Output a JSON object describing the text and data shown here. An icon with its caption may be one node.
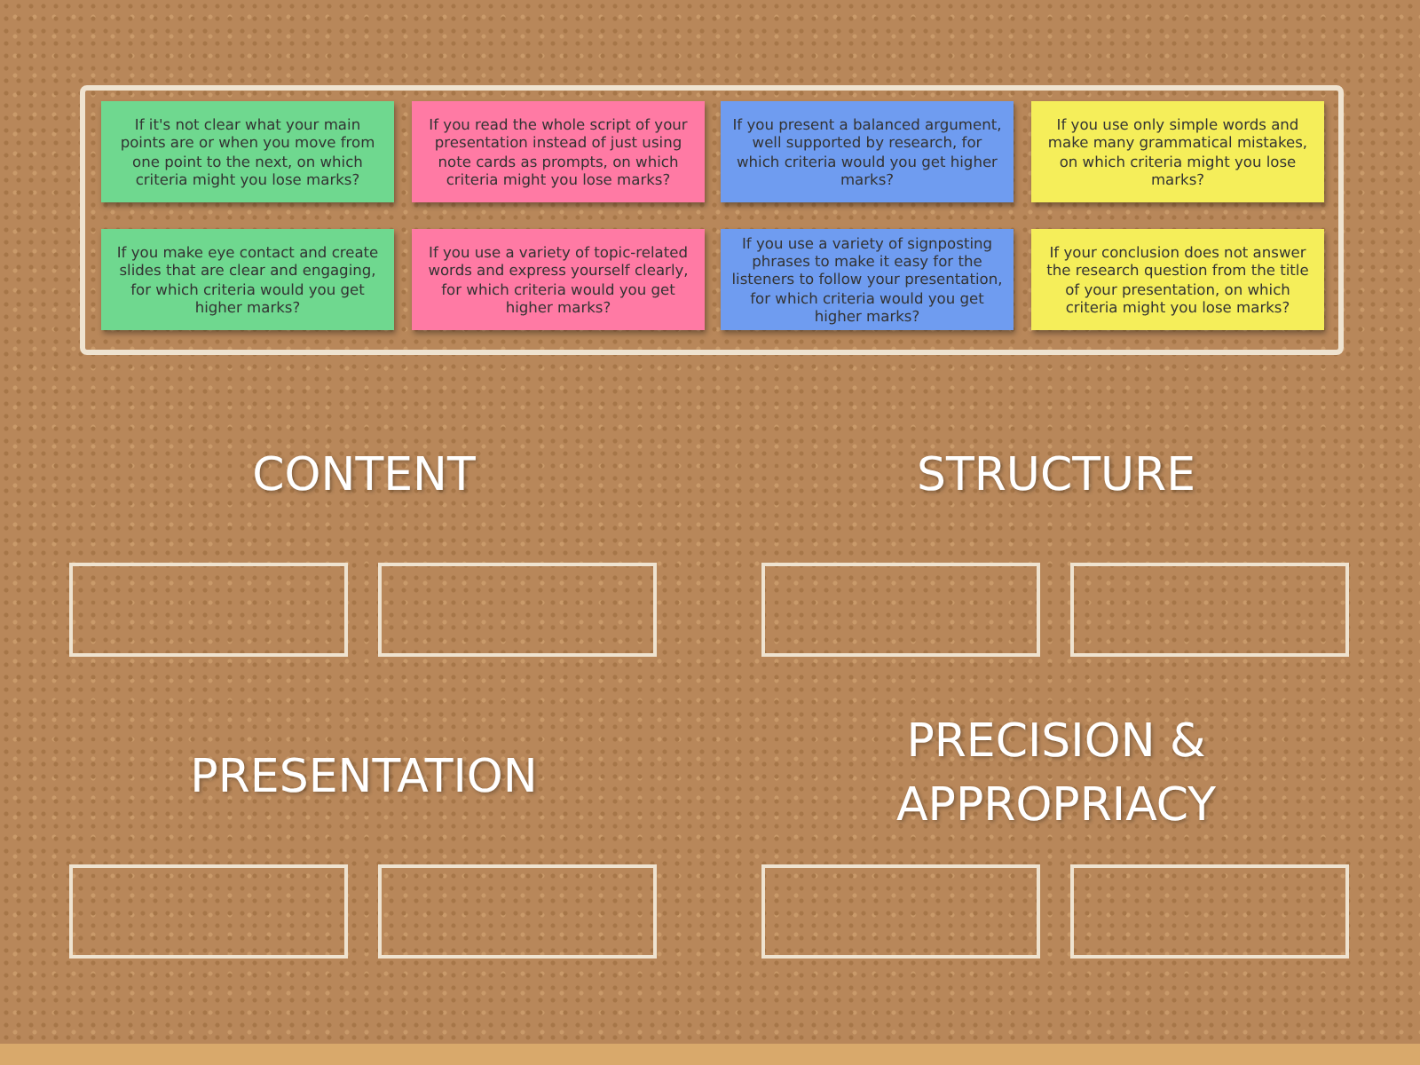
{
  "diagram": {
    "nodes": [
      {
        "text": [],
        "shape": "box"
      },
      {
        "text": [
          "If it's not clear what your main points are or when you move from one point to the next, on which criteria might you lose marks?"
        ],
        "in": 0
      },
      {
        "text": [
          "If you read the whole script of your presentation instead of just using note cards as prompts, on which criteria might you lose marks?"
        ],
        "in": 0
      },
      {
        "text": [
          "If you present a balanced argument, well supported by research, for which criteria would you get higher marks?"
        ],
        "in": 0
      },
      {
        "text": [
          "If you use only simple words and make many grammatical mistakes, on which criteria might you lose marks?"
        ],
        "in": 0
      },
      {
        "text": [
          "If you make eye contact and create slides that are clear and engaging, for which criteria would you get higher marks?"
        ],
        "in": 0
      },
      {
        "text": [
          "If you use a variety of topic-related words and express yourself clearly, for which criteria would you get higher marks?"
        ],
        "in": 0
      },
      {
        "text": [
          "If you use a variety of signposting phrases to make it easy for the listeners to follow your presentation, for which criteria would you get higher marks?"
        ],
        "in": 0
      },
      {
        "text": [
          "If your conclusion does not answer the research question from the title of your presentation, on which criteria might you lose marks?"
        ],
        "in": 0
      },
      {
        "text": [],
        "shape": "box"
      },
      {
        "text": [],
        "shape": "box"
      },
      {
        "text": [],
        "shape": "box"
      },
      {
        "text": [],
        "shape": "box"
      },
      {
        "text": [],
        "shape": "box"
      },
      {
        "text": [],
        "shape": "box"
      },
      {
        "text": [],
        "shape": "box"
      },
      {
        "text": [],
        "shape": "box"
      }
    ],
    "labels": [
      "CONTENT",
      "STRUCTURE",
      "PRECISION & APPROPRIACY",
      "PRESENTATION"
    ]
  }
}
